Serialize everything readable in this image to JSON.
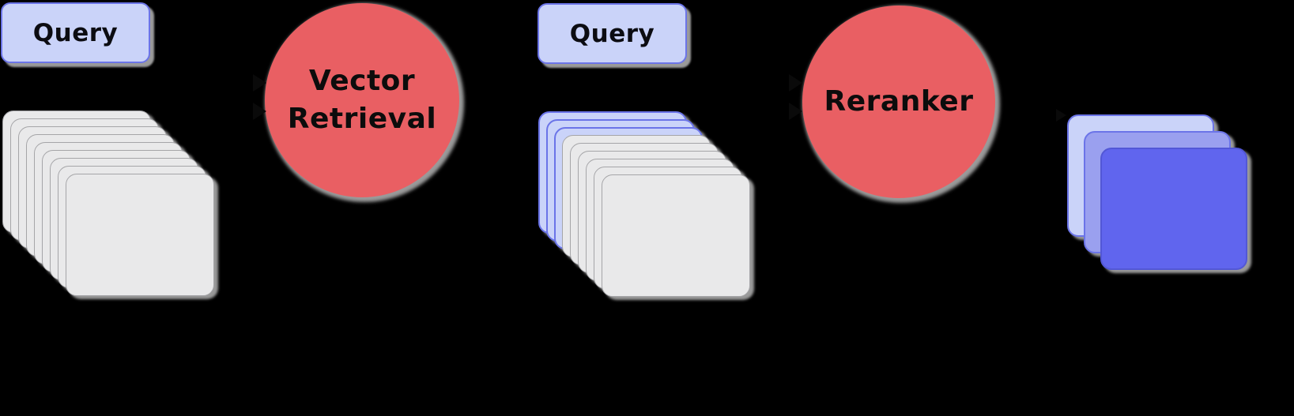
{
  "diagram": {
    "type": "pipeline-flow",
    "description_semantic": "two-stage retrieval: vector retrieval then reranking",
    "nodes": {
      "query1": {
        "label": "Query"
      },
      "vector_retrieval": {
        "label_line1": "Vector",
        "label_line2": "Retrieval"
      },
      "query2": {
        "label": "Query"
      },
      "reranker": {
        "label": "Reranker"
      }
    },
    "stacks": {
      "corpus_documents": {
        "count": 9,
        "cards": [
          "card-gray",
          "card-gray",
          "card-gray",
          "card-gray",
          "card-gray",
          "card-gray",
          "card-gray",
          "card-gray",
          "card-gray"
        ]
      },
      "retrieved_documents": {
        "count": 9,
        "highlighted": 3,
        "cards": [
          "card-lavender",
          "card-lavender",
          "card-lavender",
          "card-gray",
          "card-gray",
          "card-gray",
          "card-gray",
          "card-gray",
          "card-gray"
        ]
      },
      "reranked_documents": {
        "count": 3,
        "cards": [
          "card-lavender",
          "card-periwinkle",
          "card-indigo"
        ]
      }
    }
  },
  "colors": {
    "background": "#000000",
    "accent_lavender": "#cad3f9",
    "accent_indigo_border": "#6b74e8",
    "accent_blue_mid": "#9aa0ef",
    "accent_blue_strong": "#6065ee",
    "process_red": "#e95f63",
    "card_gray": "#e9e9ea",
    "card_gray_border": "#a5a5a8",
    "shadow_gray": "#9a9a9a",
    "arrow_black": "#0a0a0a"
  }
}
